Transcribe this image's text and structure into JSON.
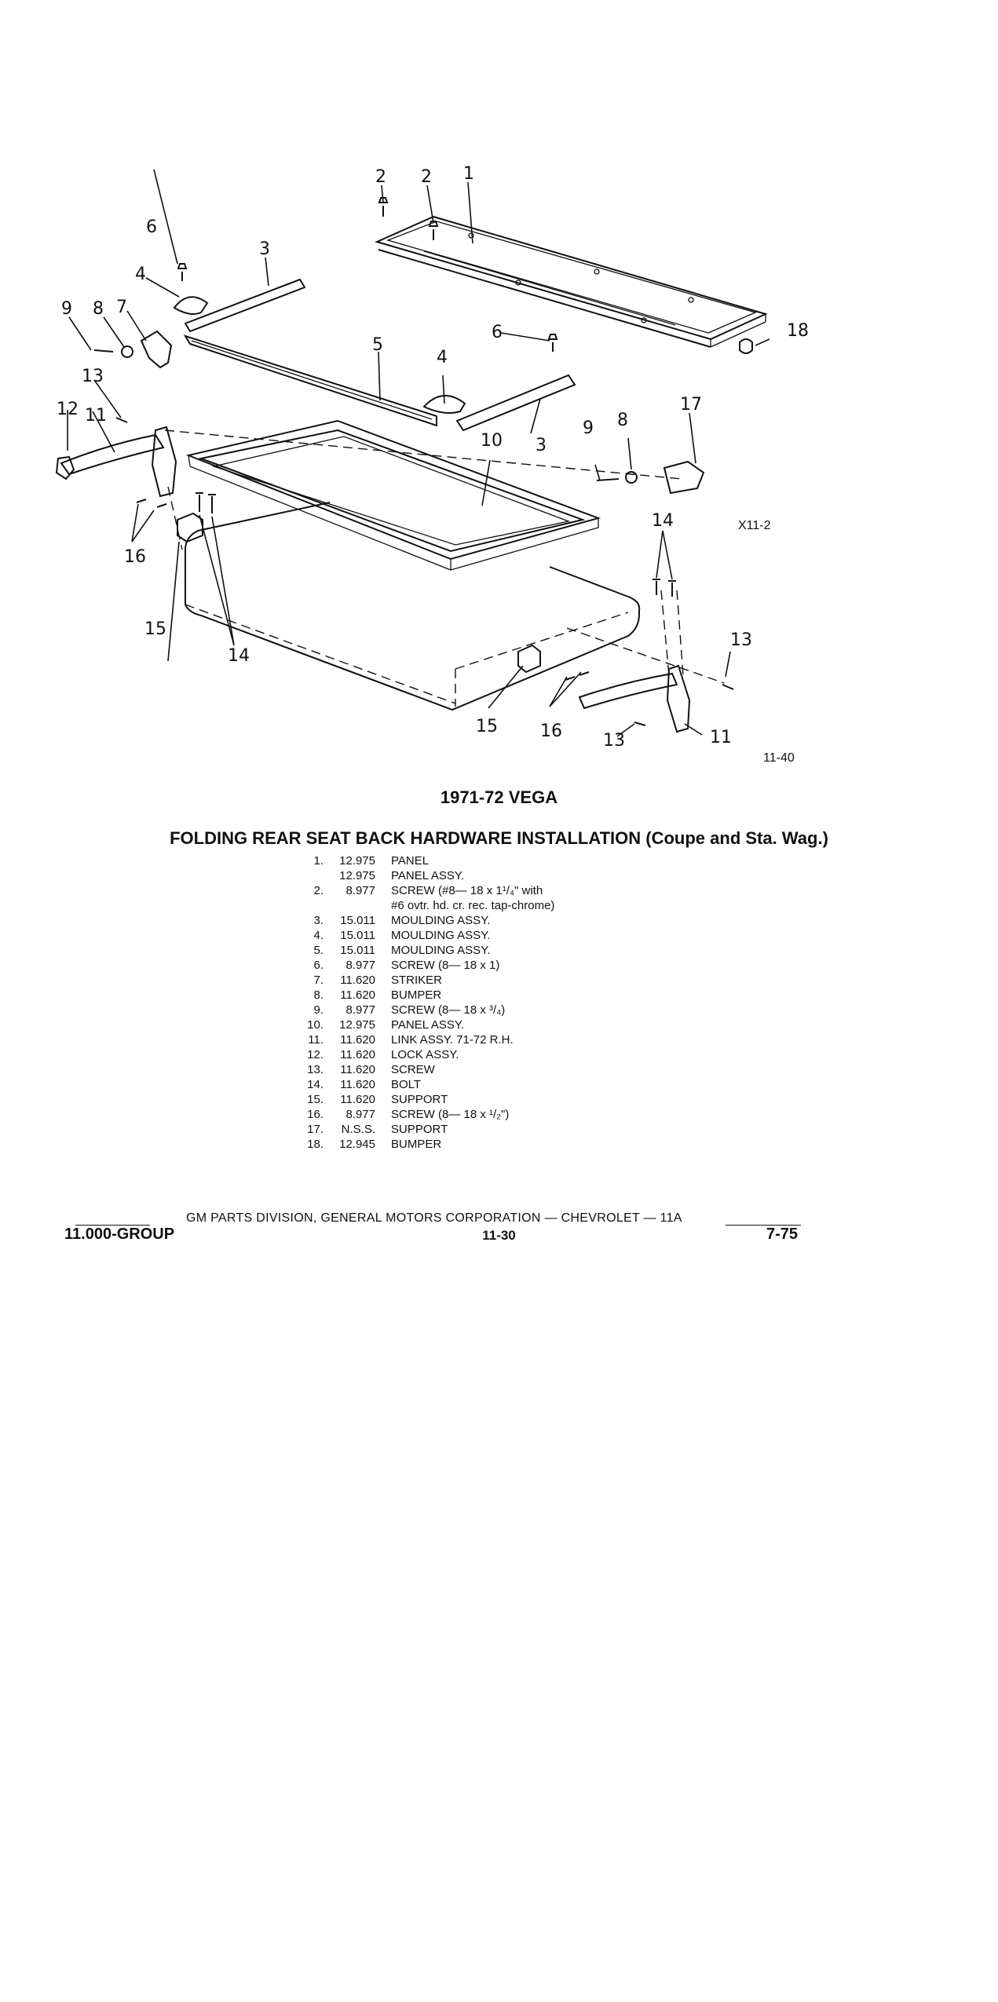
{
  "diagram": {
    "callouts": {
      "c1": "1",
      "c2a": "2",
      "c2b": "2",
      "c3a": "3",
      "c3b": "3",
      "c4a": "4",
      "c4b": "4",
      "c5": "5",
      "c6a": "6",
      "c6b": "6",
      "c7": "7",
      "c8a": "8",
      "c8b": "8",
      "c9a": "9",
      "c9b": "9",
      "c10": "10",
      "c11a": "11",
      "c11b": "11",
      "c12": "12",
      "c13a": "13",
      "c13b": "13",
      "c13c": "13",
      "c14a": "14",
      "c14b": "14",
      "c15a": "15",
      "c15b": "15",
      "c16a": "16",
      "c16b": "16",
      "c17": "17",
      "c18": "18"
    },
    "figure_code": "X11-2",
    "figure_number": "11-40"
  },
  "title_model": "1971-72 VEGA",
  "title_main": "FOLDING REAR SEAT BACK HARDWARE INSTALLATION (Coupe and Sta. Wag.)",
  "parts": [
    {
      "num": "1.",
      "group": "12.975",
      "desc": "PANEL"
    },
    {
      "num": "",
      "group": "12.975",
      "desc": "PANEL ASSY."
    },
    {
      "num": "2.",
      "group": "8.977",
      "desc": "SCREW (#8— 18 x 1¹/₄\" with"
    },
    {
      "num": "",
      "group": "",
      "desc": "#6 ovtr. hd. cr. rec. tap-chrome)"
    },
    {
      "num": "3.",
      "group": "15.011",
      "desc": "MOULDING ASSY."
    },
    {
      "num": "4.",
      "group": "15.011",
      "desc": "MOULDING ASSY."
    },
    {
      "num": "5.",
      "group": "15.011",
      "desc": "MOULDING ASSY."
    },
    {
      "num": "6.",
      "group": "8.977",
      "desc": "SCREW (8— 18 x 1)"
    },
    {
      "num": "7.",
      "group": "11.620",
      "desc": "STRIKER"
    },
    {
      "num": "8.",
      "group": "11.620",
      "desc": "BUMPER"
    },
    {
      "num": "9.",
      "group": "8.977",
      "desc": "SCREW (8— 18 x ³/₄)"
    },
    {
      "num": "10.",
      "group": "12.975",
      "desc": "PANEL ASSY."
    },
    {
      "num": "11.",
      "group": "11.620",
      "desc": "LINK ASSY. 71-72 R.H."
    },
    {
      "num": "12.",
      "group": "11.620",
      "desc": "LOCK ASSY."
    },
    {
      "num": "13.",
      "group": "11.620",
      "desc": "SCREW"
    },
    {
      "num": "14.",
      "group": "11.620",
      "desc": "BOLT"
    },
    {
      "num": "15.",
      "group": "11.620",
      "desc": "SUPPORT"
    },
    {
      "num": "16.",
      "group": "8.977",
      "desc": "SCREW (8— 18 x ¹/₂\")"
    },
    {
      "num": "17.",
      "group": "N.S.S.",
      "desc": "SUPPORT"
    },
    {
      "num": "18.",
      "group": "12.945",
      "desc": "BUMPER"
    }
  ],
  "footer": {
    "corporation": "GM PARTS DIVISION, GENERAL MOTORS CORPORATION — CHEVROLET — 11A",
    "group": "11.000-GROUP",
    "page": "11-30",
    "date": "7-75"
  }
}
